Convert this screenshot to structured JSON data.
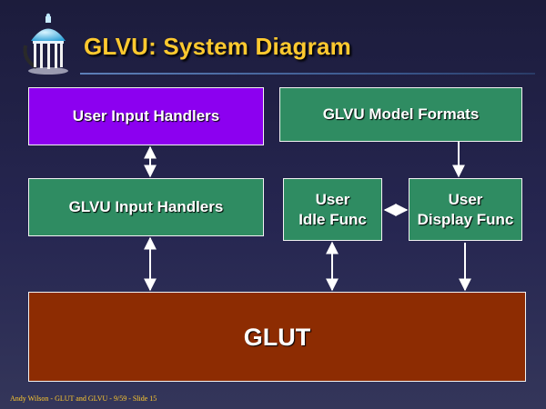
{
  "slide": {
    "title": "GLVU: System Diagram",
    "footer": "Andy Wilson - GLUT and GLVU - 9/59 - Slide 15"
  },
  "boxes": {
    "user_input_handlers": "User Input Handlers",
    "glvu_model_formats": "GLVU Model Formats",
    "glvu_input_handlers": "GLVU Input Handlers",
    "user_idle_func": [
      "User",
      "Idle Func"
    ],
    "user_display_func": [
      "User",
      "Display Func"
    ],
    "glut": "GLUT"
  },
  "colors": {
    "title": "#fec92f",
    "purple_box": "#8c00f0",
    "green_box": "#2f8c62",
    "glut_box": "#8d2c02"
  },
  "icons": {
    "logo": "old-well-pavilion-icon"
  }
}
